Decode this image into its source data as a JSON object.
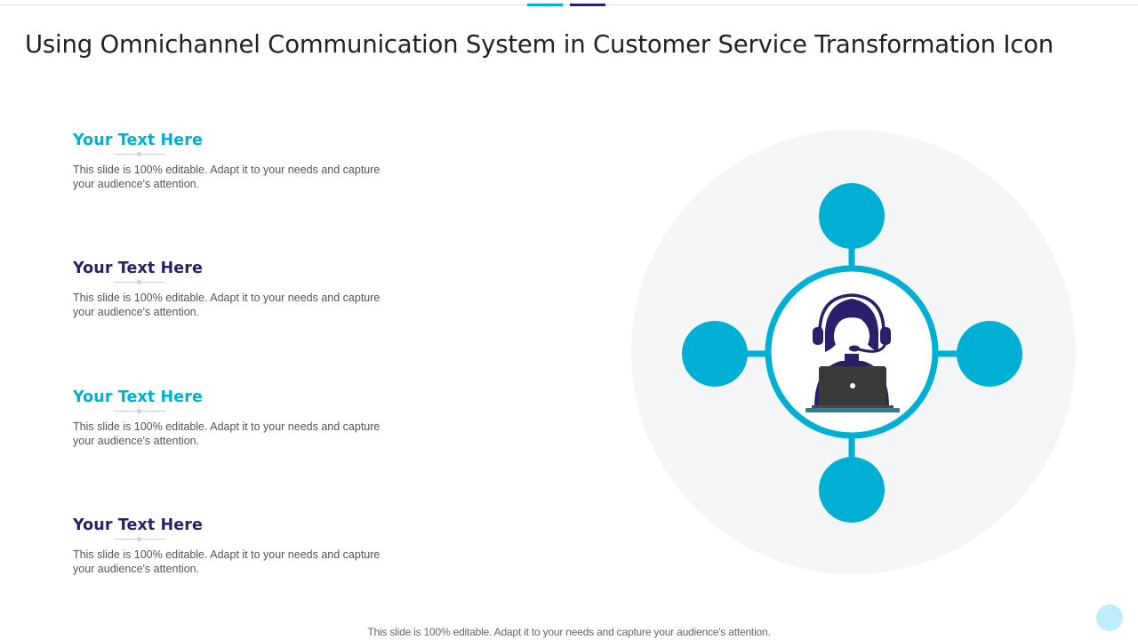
{
  "slide": {
    "title": "Using Omnichannel Communication System in Customer Service Transformation Icon",
    "footer": "This slide is 100% editable. Adapt it to your needs and capture your audience's attention."
  },
  "text_blocks": [
    {
      "heading": "Your Text Here",
      "body": "This slide is 100% editable. Adapt it to your needs and capture your audience's attention.",
      "heading_color": "#00b0d4"
    },
    {
      "heading": "Your Text Here",
      "body": "This slide is 100% editable. Adapt it to your needs and capture your audience's attention.",
      "heading_color": "#2b1f6b"
    },
    {
      "heading": "Your Text Here",
      "body": "This slide is 100% editable. Adapt it to your needs and capture your audience's attention.",
      "heading_color": "#00b0d4"
    },
    {
      "heading": "Your Text Here",
      "body": "This slide is 100% editable. Adapt it to your needs and capture your audience's attention.",
      "heading_color": "#2b1f6b"
    }
  ],
  "graphic": {
    "icon": "customer-service-agent-icon",
    "satellite_nodes": [
      "node-top",
      "node-right",
      "node-bottom",
      "node-left"
    ]
  },
  "colors": {
    "cyan": "#00b0d4",
    "navy": "#2b1f6b",
    "background_circle": "#f4f5f6",
    "laptop": "#3a3a3a",
    "corner_bubble": "#bdeefa"
  }
}
